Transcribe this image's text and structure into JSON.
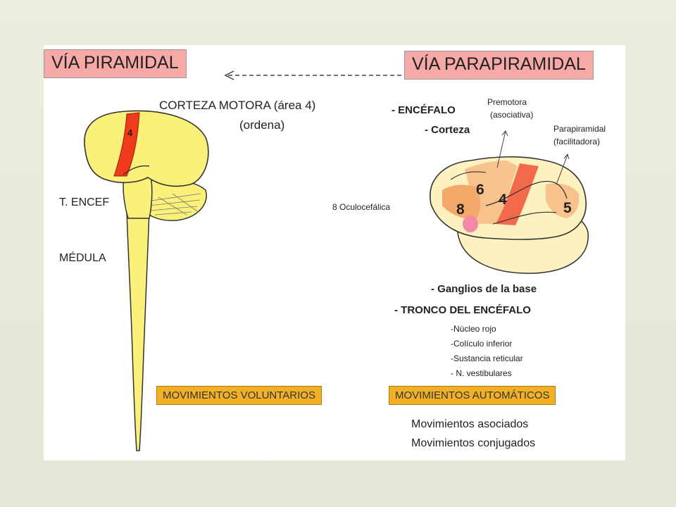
{
  "left": {
    "title": "VÍA PIRAMIDAL",
    "cortex_label": "CORTEZA MOTORA (área 4)",
    "cortex_sub": "(ordena)",
    "area_number": "4",
    "brainstem_label": "T. ENCEF",
    "spinal_label": "MÉDULA",
    "result_label": "MOVIMIENTOS VOLUNTARIOS"
  },
  "right": {
    "title": "VÍA PARAPIRAMIDAL",
    "encefalo": "- ENCÉFALO",
    "corteza": "- Corteza",
    "premotora_1": "Premotora",
    "premotora_2": "(asociativa)",
    "parapiramidal_1": "Parapiramidal",
    "parapiramidal_2": "(facilitadora)",
    "oculocefalica": "8 Oculocefálica",
    "area_6": "6",
    "area_4": "4",
    "area_8": "8",
    "area_5": "5",
    "ganglios": "- Ganglios de la base",
    "tronco": "- TRONCO DEL ENCÉFALO",
    "nucleo": "-Núcleo rojo",
    "coliculo": "-Colículo inferior",
    "sustancia": "-Sustancia reticular",
    "vestibulares": "- N. vestibulares",
    "result_label": "MOVIMIENTOS AUTOMÁTICOS",
    "mov_asociados": "Movimientos asociados",
    "mov_conjugados": "Movimientos conjugados"
  },
  "colors": {
    "brain_yellow": "#fbf07a",
    "motor_red": "#f03a1c",
    "title_pink": "#f7a9a8",
    "label_orange": "#f2b027",
    "cortex_cream": "#fdf1c0"
  }
}
